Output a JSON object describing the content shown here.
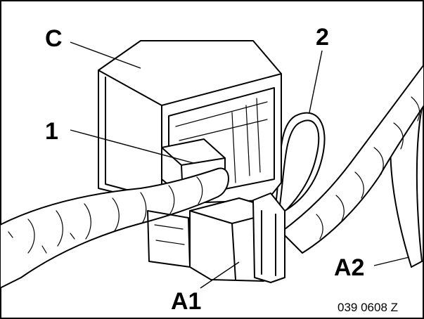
{
  "labels": {
    "c": "C",
    "one": "1",
    "two": "2",
    "a1": "A1",
    "a2": "A2"
  },
  "figure_code": "039 0608 Z"
}
